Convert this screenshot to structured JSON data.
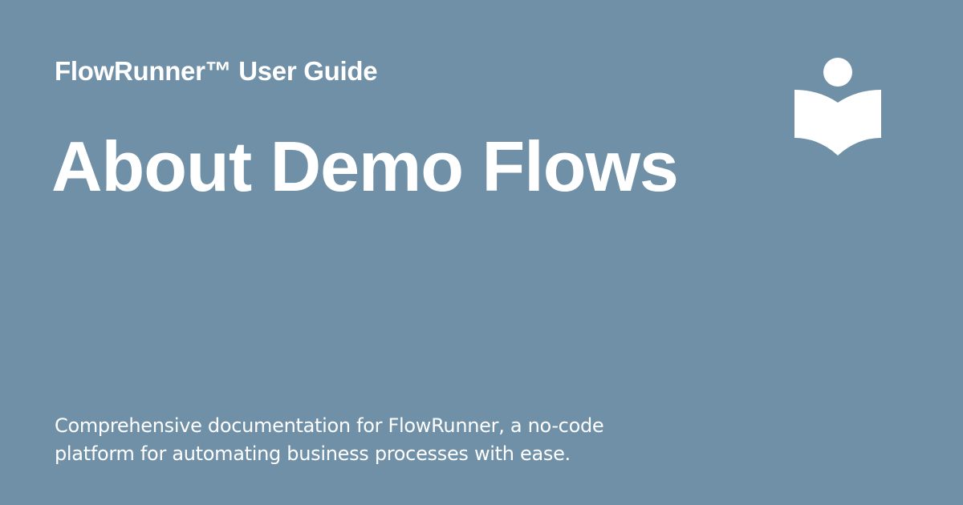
{
  "header": {
    "site_title": "FlowRunner™ User Guide"
  },
  "main": {
    "page_title": "About Demo Flows",
    "description": "Comprehensive documentation for FlowRunner, a no-code platform for automating business processes with ease."
  },
  "logo": {
    "icon": "book-reader-icon",
    "color": "#ffffff"
  },
  "colors": {
    "background": "#6f90a6",
    "text": "#ffffff"
  }
}
